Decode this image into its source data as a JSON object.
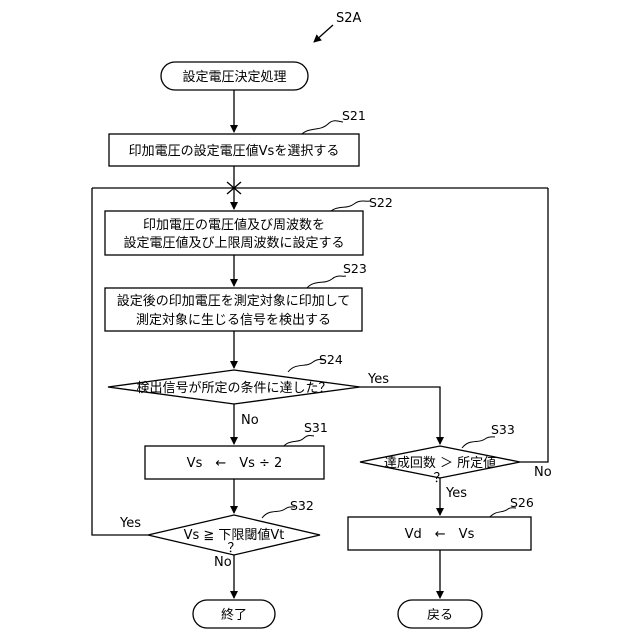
{
  "diagram": {
    "figure_label": "S2A",
    "start": "設定電圧決定処理",
    "s21": {
      "label": "S21",
      "text": "印加電圧の設定電圧値Vsを選択する"
    },
    "s22": {
      "label": "S22",
      "line1": "印加電圧の電圧値及び周波数を",
      "line2": "設定電圧値及び上限周波数に設定する"
    },
    "s23": {
      "label": "S23",
      "line1": "設定後の印加電圧を測定対象に印加して",
      "line2": "測定対象に生じる信号を検出する"
    },
    "s24": {
      "label": "S24",
      "text": "検出信号が所定の条件に達した？"
    },
    "s31": {
      "label": "S31",
      "text": "Vs　←　Vs ÷ 2"
    },
    "s32": {
      "label": "S32",
      "text": "Vs ≧ 下限閾値Vt",
      "q": "？"
    },
    "s33": {
      "label": "S33",
      "text": "達成回数 ＞ 所定値",
      "q": "？"
    },
    "s26": {
      "label": "S26",
      "text": "Vd　←　Vs"
    },
    "end": "終了",
    "ret": "戻る",
    "yes": "Yes",
    "no": "No"
  }
}
